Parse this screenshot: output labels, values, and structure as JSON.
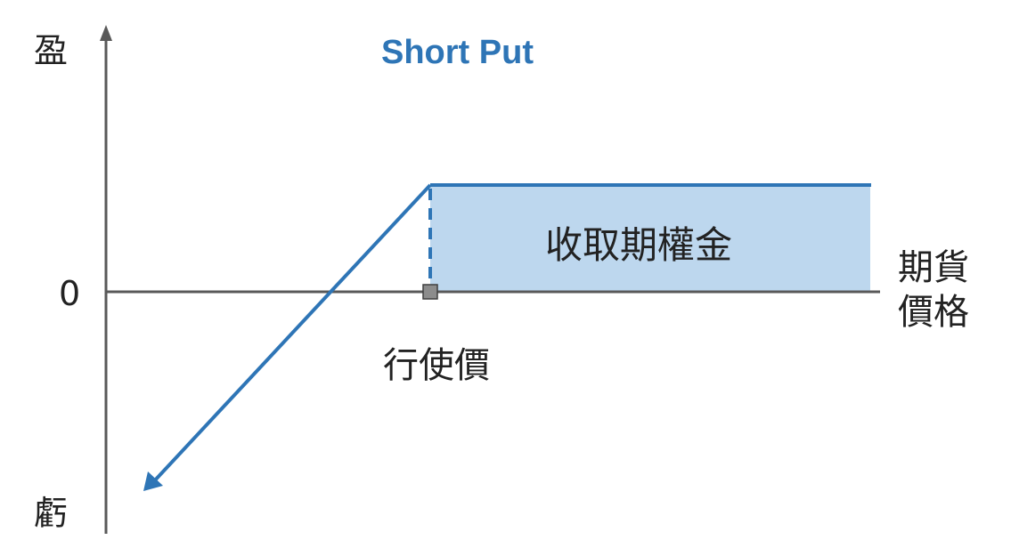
{
  "title": "Short Put",
  "y_axis": {
    "top_label": "盈",
    "bottom_label": "虧",
    "zero_label": "0"
  },
  "x_axis": {
    "label_line1": "期貨",
    "label_line2": "價格"
  },
  "strike_label": "行使價",
  "premium_label": "收取期權金",
  "colors": {
    "payoff_line": "#2e75b6",
    "premium_fill": "#bdd7ee",
    "axis": "#595959",
    "title": "#2e75b6"
  }
}
